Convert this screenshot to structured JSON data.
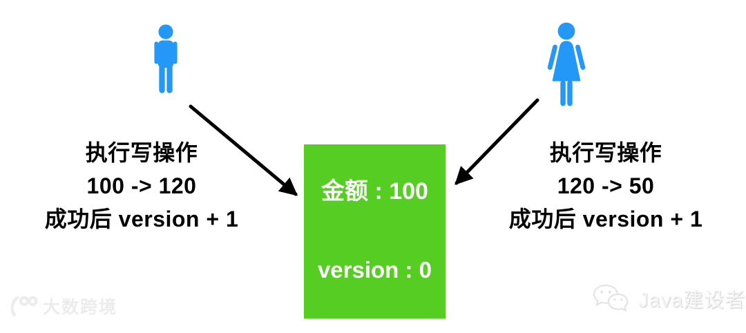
{
  "diagram": {
    "actors": {
      "left": {
        "icon": "male-person-icon",
        "color": "#2398f7"
      },
      "right": {
        "icon": "female-person-icon",
        "color": "#2398f7"
      }
    },
    "left_note": {
      "line1": "执行写操作",
      "line2": "100 -> 120",
      "line3": "成功后 version + 1"
    },
    "right_note": {
      "line1": "执行写操作",
      "line2": "120 -> 50",
      "line3": "成功后 version + 1"
    },
    "record_box": {
      "amount": "金额 : 100",
      "version": "version : 0",
      "bg_color": "#56cd23",
      "text_color": "#ffffff"
    },
    "arrow_color": "#000000"
  },
  "watermarks": {
    "bottom_left": {
      "logo": "dashu-kuajing-logo",
      "text": "大数跨境",
      "color": "#ececec"
    },
    "bottom_right": {
      "icon": "wechat-icon",
      "text": "Java建设者",
      "color": "#f4f4f4"
    }
  }
}
